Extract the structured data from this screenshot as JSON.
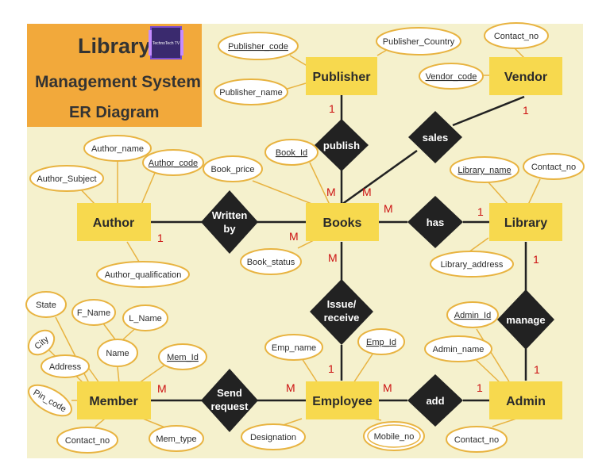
{
  "title": {
    "line1": "Library",
    "line2": "Management System",
    "line3": "ER Diagram",
    "logo_text": "TechnoTech TV"
  },
  "colors": {
    "background": "#f5f1cd",
    "title_bg": "#f2a93b",
    "title_text": "#333333",
    "entity_fill": "#f7d94e",
    "entity_text": "#2b2b2b",
    "relation_fill": "#222222",
    "relation_text": "#ffffff",
    "attr_stroke": "#e8b340",
    "line": "#222222",
    "cardinality": "#cc1111"
  },
  "entities": [
    {
      "id": "publisher",
      "label": "Publisher"
    },
    {
      "id": "vendor",
      "label": "Vendor"
    },
    {
      "id": "author",
      "label": "Author"
    },
    {
      "id": "books",
      "label": "Books"
    },
    {
      "id": "library",
      "label": "Library"
    },
    {
      "id": "member",
      "label": "Member"
    },
    {
      "id": "employee",
      "label": "Employee"
    },
    {
      "id": "admin",
      "label": "Admin"
    }
  ],
  "relationships": [
    {
      "id": "publish",
      "label": "publish"
    },
    {
      "id": "sales",
      "label": "sales"
    },
    {
      "id": "written-by",
      "label": "Written by"
    },
    {
      "id": "has",
      "label": "has"
    },
    {
      "id": "issue-receive",
      "label": "Issue/ receive"
    },
    {
      "id": "manage",
      "label": "manage"
    },
    {
      "id": "send-request",
      "label": "Send request"
    },
    {
      "id": "add",
      "label": "add"
    }
  ],
  "attributes": [
    {
      "id": "publisher-code",
      "label": "Publisher_code"
    },
    {
      "id": "publisher-name",
      "label": "Publisher_name"
    },
    {
      "id": "publisher-country",
      "label": "Publisher_Country"
    },
    {
      "id": "vendor-contact-no",
      "label": "Contact_no"
    },
    {
      "id": "vendor-code",
      "label": "Vendor_code"
    },
    {
      "id": "author-name",
      "label": "Author_name"
    },
    {
      "id": "author-code",
      "label": "Author_code"
    },
    {
      "id": "author-subject",
      "label": "Author_Subject"
    },
    {
      "id": "author-qualification",
      "label": "Author_qualification"
    },
    {
      "id": "book-price",
      "label": "Book_price"
    },
    {
      "id": "book-id",
      "label": "Book_Id"
    },
    {
      "id": "book-status",
      "label": "Book_status"
    },
    {
      "id": "library-name",
      "label": "Library_name"
    },
    {
      "id": "library-contact-no",
      "label": "Contact_no"
    },
    {
      "id": "library-address",
      "label": "Library_address"
    },
    {
      "id": "state",
      "label": "State"
    },
    {
      "id": "f-name",
      "label": "F_Name"
    },
    {
      "id": "l-name",
      "label": "L_Name"
    },
    {
      "id": "city",
      "label": "City"
    },
    {
      "id": "name",
      "label": "Name"
    },
    {
      "id": "address",
      "label": "Address"
    },
    {
      "id": "mem-id",
      "label": "Mem_Id"
    },
    {
      "id": "pin-code",
      "label": "Pin_code"
    },
    {
      "id": "member-contact-no",
      "label": "Contact_no"
    },
    {
      "id": "mem-type",
      "label": "Mem_type"
    },
    {
      "id": "emp-name",
      "label": "Emp_name"
    },
    {
      "id": "emp-id",
      "label": "Emp_Id"
    },
    {
      "id": "designation",
      "label": "Designation"
    },
    {
      "id": "mobile-no",
      "label": "Mobile_no"
    },
    {
      "id": "admin-id",
      "label": "Admin_Id"
    },
    {
      "id": "admin-name",
      "label": "Admin_name"
    },
    {
      "id": "admin-contact-no",
      "label": "Contact_no"
    }
  ],
  "cardinalities": [
    {
      "id": "publisher-publish",
      "label": "1"
    },
    {
      "id": "books-publish",
      "label": "M"
    },
    {
      "id": "books-sales",
      "label": "M"
    },
    {
      "id": "vendor-sales",
      "label": "1"
    },
    {
      "id": "author-written",
      "label": "1"
    },
    {
      "id": "books-written",
      "label": "M"
    },
    {
      "id": "books-has",
      "label": "M"
    },
    {
      "id": "library-has",
      "label": "1"
    },
    {
      "id": "books-issue",
      "label": "M"
    },
    {
      "id": "library-manage",
      "label": "1"
    },
    {
      "id": "employee-issue",
      "label": "1"
    },
    {
      "id": "admin-manage",
      "label": "1"
    },
    {
      "id": "member-send",
      "label": "M"
    },
    {
      "id": "employee-send",
      "label": "M"
    },
    {
      "id": "employee-add",
      "label": "M"
    },
    {
      "id": "admin-add",
      "label": "1"
    }
  ]
}
